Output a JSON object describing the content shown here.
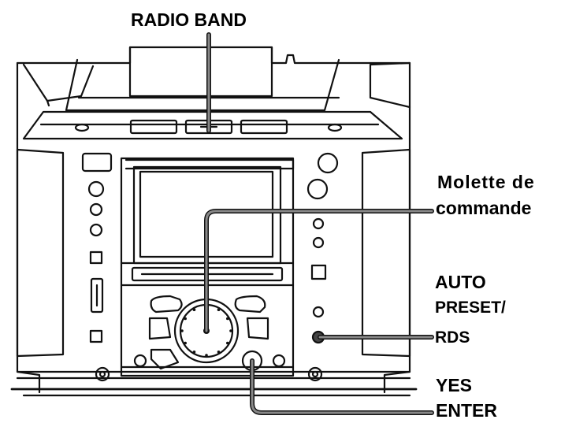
{
  "labels": {
    "radio_band": "RADIO BAND",
    "molette": [
      "Molette de",
      "commande"
    ],
    "auto_preset_rds": [
      "AUTO",
      "PRESET/",
      "RDS"
    ],
    "yes_enter": [
      "YES",
      "ENTER"
    ]
  },
  "colors": {
    "ink": "#111111",
    "paper": "#ffffff",
    "callout": "#777777"
  }
}
